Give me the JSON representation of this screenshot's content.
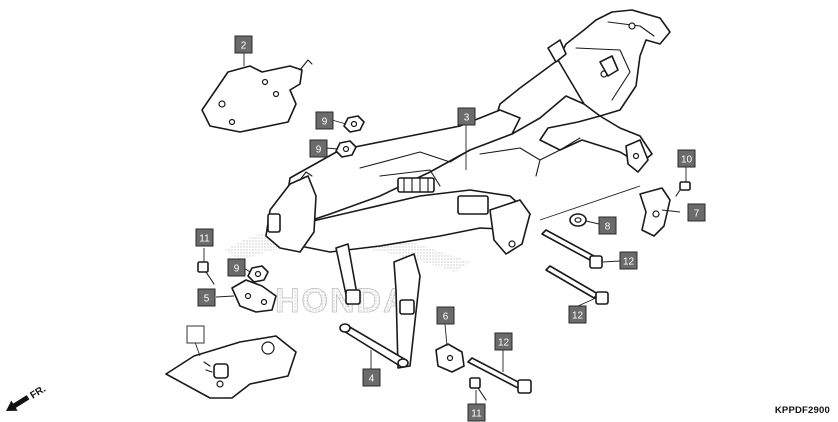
{
  "diagram": {
    "code": "KPPDF2900",
    "direction_label": "FR.",
    "watermark_text": "HONDA",
    "colors": {
      "callout_fill": "#6b6b6b",
      "line": "#1a1a1a",
      "watermark": "#b5b5b5"
    }
  },
  "callouts": [
    {
      "id": "c2",
      "label": "2"
    },
    {
      "id": "c3",
      "label": "3"
    },
    {
      "id": "c9a",
      "label": "9"
    },
    {
      "id": "c9b",
      "label": "9"
    },
    {
      "id": "c9c",
      "label": "9"
    },
    {
      "id": "c10",
      "label": "10"
    },
    {
      "id": "c7",
      "label": "7"
    },
    {
      "id": "c8",
      "label": "8"
    },
    {
      "id": "c11a",
      "label": "11"
    },
    {
      "id": "c11b",
      "label": "11"
    },
    {
      "id": "c12a",
      "label": "12"
    },
    {
      "id": "c12b",
      "label": "12"
    },
    {
      "id": "c12c",
      "label": "12"
    },
    {
      "id": "c5",
      "label": "5"
    },
    {
      "id": "c6",
      "label": "6"
    },
    {
      "id": "c4",
      "label": "4"
    },
    {
      "id": "c1",
      "label": ""
    }
  ]
}
